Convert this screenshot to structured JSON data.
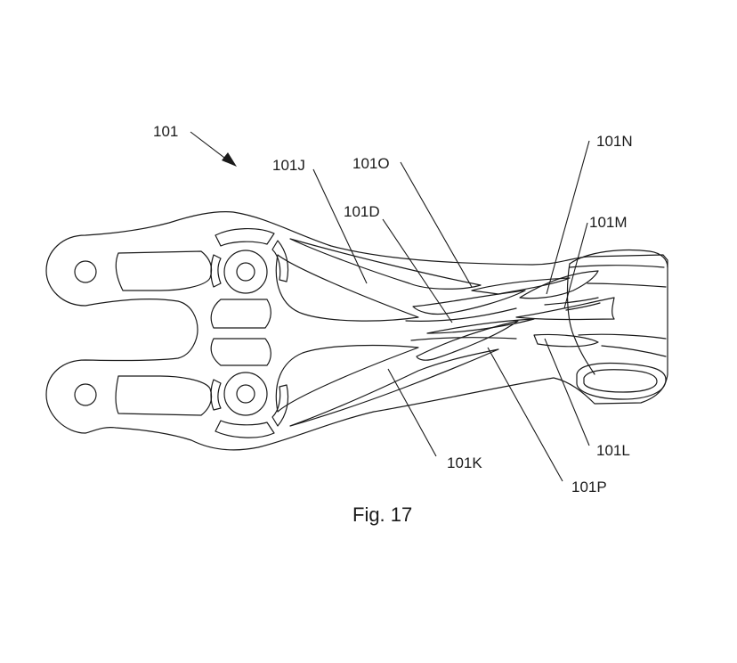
{
  "figure": {
    "caption": "Fig. 17",
    "reference_labels": {
      "assembly": "101",
      "j": "101J",
      "o": "101O",
      "n": "101N",
      "d": "101D",
      "m": "101M",
      "k": "101K",
      "l": "101L",
      "p": "101P"
    },
    "line_color": "#1a1a1a",
    "background": "#ffffff"
  }
}
